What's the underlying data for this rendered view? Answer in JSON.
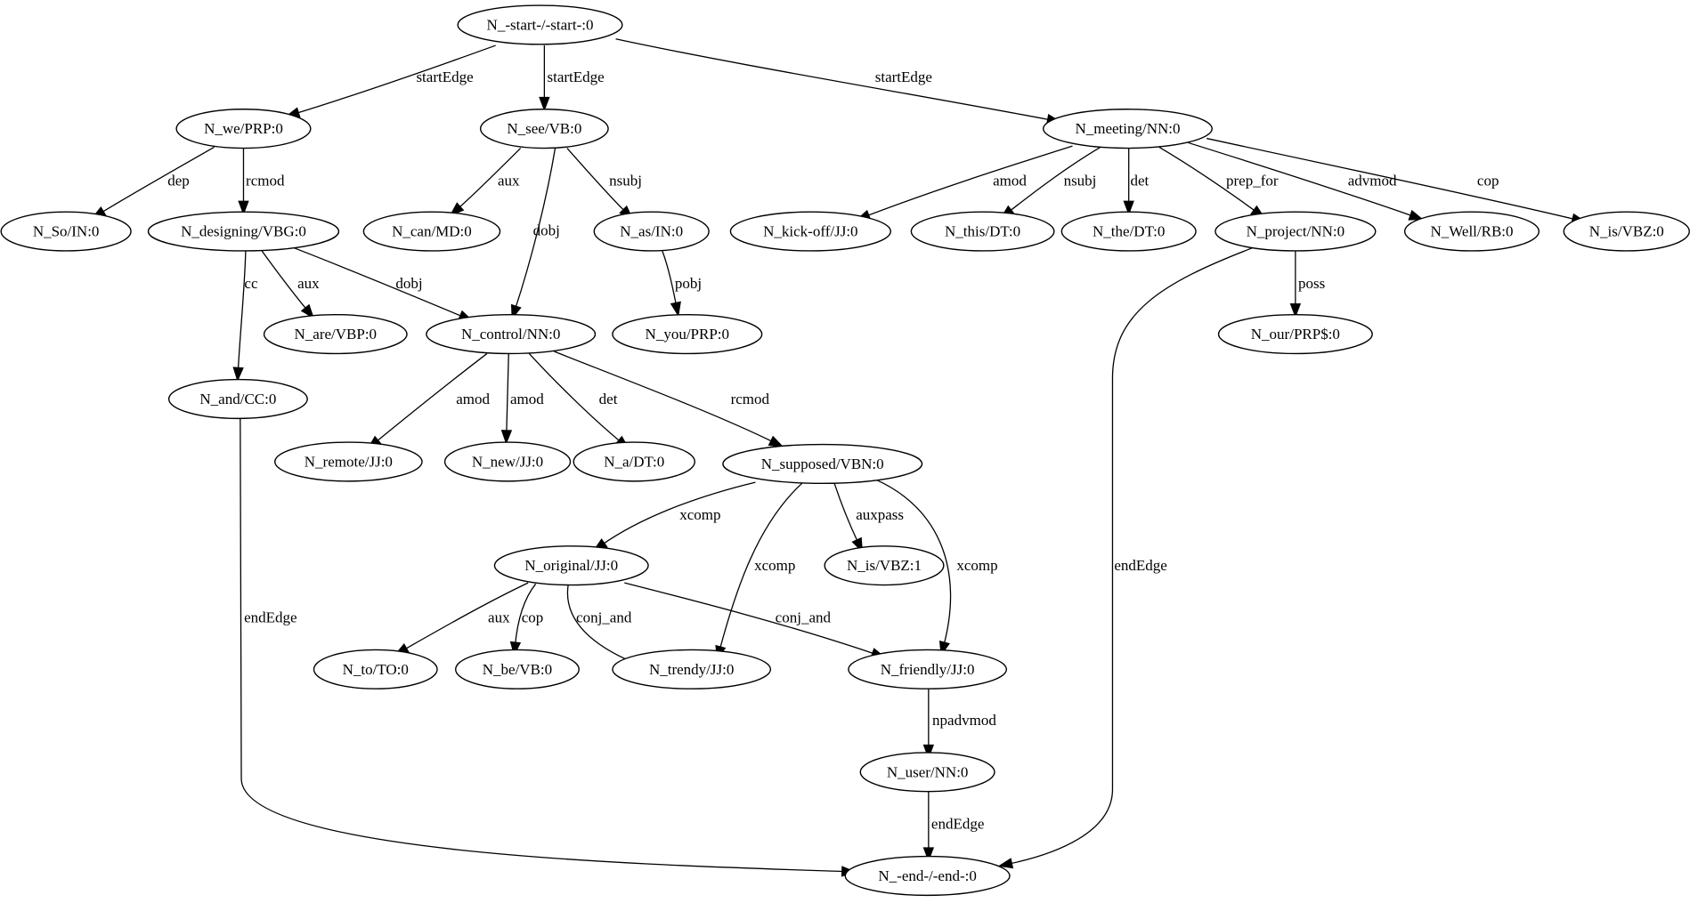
{
  "graph": {
    "colors": {
      "stroke": "#000000",
      "background": "#ffffff",
      "node_fill": "#ffffff"
    },
    "nodes": [
      {
        "id": "start",
        "label": "N_-start-/-start-:0"
      },
      {
        "id": "we",
        "label": "N_we/PRP:0"
      },
      {
        "id": "see",
        "label": "N_see/VB:0"
      },
      {
        "id": "meeting",
        "label": "N_meeting/NN:0"
      },
      {
        "id": "so",
        "label": "N_So/IN:0"
      },
      {
        "id": "designing",
        "label": "N_designing/VBG:0"
      },
      {
        "id": "can",
        "label": "N_can/MD:0"
      },
      {
        "id": "as",
        "label": "N_as/IN:0"
      },
      {
        "id": "kickoff",
        "label": "N_kick-off/JJ:0"
      },
      {
        "id": "this",
        "label": "N_this/DT:0"
      },
      {
        "id": "the",
        "label": "N_the/DT:0"
      },
      {
        "id": "project",
        "label": "N_project/NN:0"
      },
      {
        "id": "well",
        "label": "N_Well/RB:0"
      },
      {
        "id": "is0",
        "label": "N_is/VBZ:0"
      },
      {
        "id": "are",
        "label": "N_are/VBP:0"
      },
      {
        "id": "control",
        "label": "N_control/NN:0"
      },
      {
        "id": "you",
        "label": "N_you/PRP:0"
      },
      {
        "id": "our",
        "label": "N_our/PRP$:0"
      },
      {
        "id": "and",
        "label": "N_and/CC:0"
      },
      {
        "id": "remote",
        "label": "N_remote/JJ:0"
      },
      {
        "id": "new",
        "label": "N_new/JJ:0"
      },
      {
        "id": "a",
        "label": "N_a/DT:0"
      },
      {
        "id": "supposed",
        "label": "N_supposed/VBN:0"
      },
      {
        "id": "original",
        "label": "N_original/JJ:0"
      },
      {
        "id": "is1",
        "label": "N_is/VBZ:1"
      },
      {
        "id": "to",
        "label": "N_to/TO:0"
      },
      {
        "id": "be",
        "label": "N_be/VB:0"
      },
      {
        "id": "trendy",
        "label": "N_trendy/JJ:0"
      },
      {
        "id": "friendly",
        "label": "N_friendly/JJ:0"
      },
      {
        "id": "user",
        "label": "N_user/NN:0"
      },
      {
        "id": "end",
        "label": "N_-end-/-end-:0"
      }
    ],
    "edges": [
      {
        "id": "e1",
        "from": "start",
        "to": "we",
        "label": "startEdge"
      },
      {
        "id": "e2",
        "from": "start",
        "to": "see",
        "label": "startEdge"
      },
      {
        "id": "e3",
        "from": "start",
        "to": "meeting",
        "label": "startEdge"
      },
      {
        "id": "e4",
        "from": "we",
        "to": "so",
        "label": "dep"
      },
      {
        "id": "e5",
        "from": "we",
        "to": "designing",
        "label": "rcmod"
      },
      {
        "id": "e6",
        "from": "see",
        "to": "can",
        "label": "aux"
      },
      {
        "id": "e7",
        "from": "see",
        "to": "control",
        "label": "dobj"
      },
      {
        "id": "e8",
        "from": "see",
        "to": "as",
        "label": "nsubj"
      },
      {
        "id": "e9",
        "from": "meeting",
        "to": "kickoff",
        "label": "amod"
      },
      {
        "id": "e10",
        "from": "meeting",
        "to": "this",
        "label": "nsubj"
      },
      {
        "id": "e11",
        "from": "meeting",
        "to": "the",
        "label": "det"
      },
      {
        "id": "e12",
        "from": "meeting",
        "to": "project",
        "label": "prep_for"
      },
      {
        "id": "e13",
        "from": "meeting",
        "to": "well",
        "label": "advmod"
      },
      {
        "id": "e14",
        "from": "meeting",
        "to": "is0",
        "label": "cop"
      },
      {
        "id": "e15",
        "from": "designing",
        "to": "and",
        "label": "cc"
      },
      {
        "id": "e16",
        "from": "designing",
        "to": "are",
        "label": "aux"
      },
      {
        "id": "e17",
        "from": "designing",
        "to": "control",
        "label": "dobj"
      },
      {
        "id": "e18",
        "from": "as",
        "to": "you",
        "label": "pobj"
      },
      {
        "id": "e19",
        "from": "project",
        "to": "our",
        "label": "poss"
      },
      {
        "id": "e20",
        "from": "project",
        "to": "end",
        "label": "endEdge"
      },
      {
        "id": "e21",
        "from": "control",
        "to": "remote",
        "label": "amod"
      },
      {
        "id": "e22",
        "from": "control",
        "to": "new",
        "label": "amod"
      },
      {
        "id": "e23",
        "from": "control",
        "to": "a",
        "label": "det"
      },
      {
        "id": "e24",
        "from": "control",
        "to": "supposed",
        "label": "rcmod"
      },
      {
        "id": "e25",
        "from": "and",
        "to": "end",
        "label": "endEdge"
      },
      {
        "id": "e26",
        "from": "supposed",
        "to": "original",
        "label": "xcomp"
      },
      {
        "id": "e27",
        "from": "supposed",
        "to": "trendy",
        "label": "xcomp"
      },
      {
        "id": "e28",
        "from": "supposed",
        "to": "is1",
        "label": "auxpass"
      },
      {
        "id": "e29",
        "from": "supposed",
        "to": "friendly",
        "label": "xcomp"
      },
      {
        "id": "e30",
        "from": "original",
        "to": "to",
        "label": "aux"
      },
      {
        "id": "e31",
        "from": "original",
        "to": "be",
        "label": "cop"
      },
      {
        "id": "e32",
        "from": "original",
        "to": "trendy",
        "label": "conj_and"
      },
      {
        "id": "e33",
        "from": "original",
        "to": "friendly",
        "label": "conj_and"
      },
      {
        "id": "e34",
        "from": "friendly",
        "to": "user",
        "label": "npadvmod"
      },
      {
        "id": "e35",
        "from": "user",
        "to": "end",
        "label": "endEdge"
      }
    ]
  }
}
